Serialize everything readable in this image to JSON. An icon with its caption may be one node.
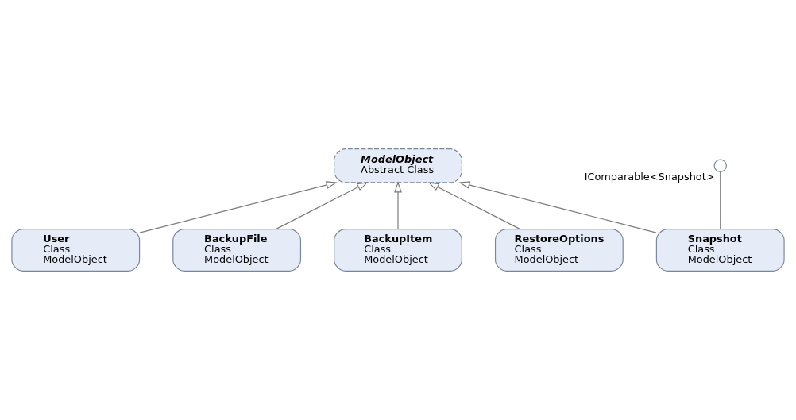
{
  "diagram": {
    "nodes": [
      {
        "text": [
          "ModelObject",
          "Abstract Class"
        ]
      },
      {
        "text": [
          "User",
          "Class",
          "ModelObject"
        ]
      },
      {
        "text": [
          "Snapshot",
          "Class",
          "ModelObject"
        ]
      },
      {
        "text": [
          "BackupFile",
          "Class",
          "ModelObject"
        ]
      },
      {
        "text": [
          "BackupItem",
          "Class",
          "ModelObject"
        ]
      },
      {
        "text": [
          "RestoreOptions",
          "Class",
          "ModelObject"
        ]
      },
      {
        "text": [],
        "shape": "circle",
        "beside": [
          "IComparable<Snapshot>"
        ]
      }
    ],
    "edges": [
      {
        "from": 1,
        "to": 0,
        "arrow": "to"
      },
      {
        "from": 4,
        "to": 0,
        "arrow": "to"
      },
      {
        "from": 2,
        "to": 0,
        "arrow": "to"
      },
      {
        "from": 5,
        "to": 0,
        "arrow": "to"
      },
      {
        "from": 3,
        "to": 0,
        "arrow": "to"
      },
      {
        "from": 2,
        "to": 6,
        "arrow": "none"
      }
    ]
  }
}
